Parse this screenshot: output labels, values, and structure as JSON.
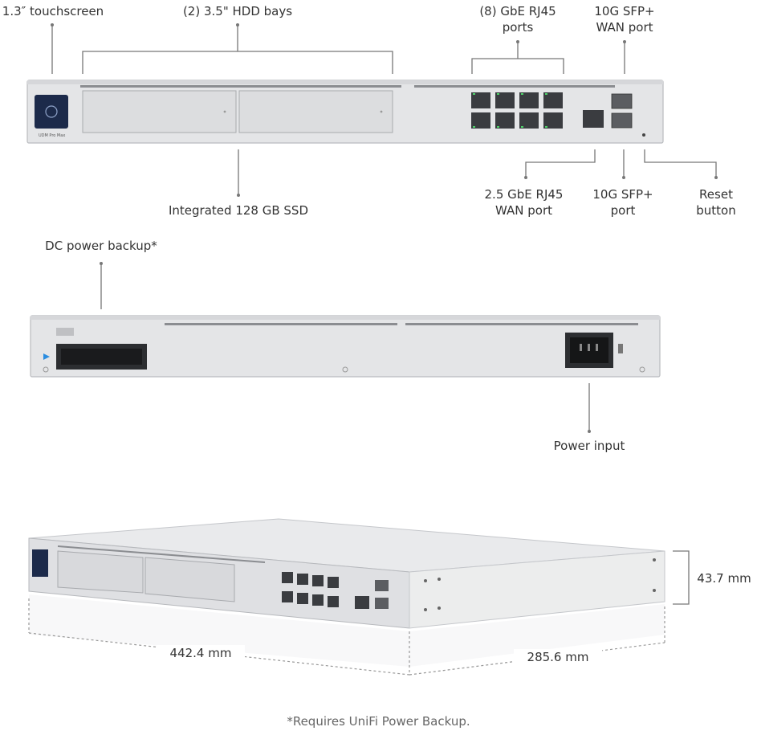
{
  "front_view": {
    "callouts": {
      "touchscreen": "1.3″ touchscreen",
      "hdd_bays": "(2) 3.5\" HDD bays",
      "gbe_ports_line1": "(8) GbE RJ45",
      "gbe_ports_line2": "ports",
      "sfp_wan_line1": "10G SFP+",
      "sfp_wan_line2": "WAN port",
      "ssd": "Integrated 128 GB SSD",
      "rj45_wan_line1": "2.5 GbE RJ45",
      "rj45_wan_line2": "WAN port",
      "sfp_port_line1": "10G SFP+",
      "sfp_port_line2": "port",
      "reset_line1": "Reset",
      "reset_line2": "button"
    },
    "model_label": "UDM Pro Max"
  },
  "rear_view": {
    "callouts": {
      "dc_backup": "DC power backup*",
      "power_input": "Power input"
    }
  },
  "dimensions": {
    "height": "43.7 mm",
    "width": "442.4 mm",
    "depth": "285.6 mm"
  },
  "footnote": "*Requires UniFi Power Backup.",
  "colors": {
    "chassis": "#e4e5e7",
    "chassis_edge": "#b9bbbf",
    "port": "#3a3c40",
    "led": "#4fd36a",
    "screen": "#1c2a4a"
  }
}
